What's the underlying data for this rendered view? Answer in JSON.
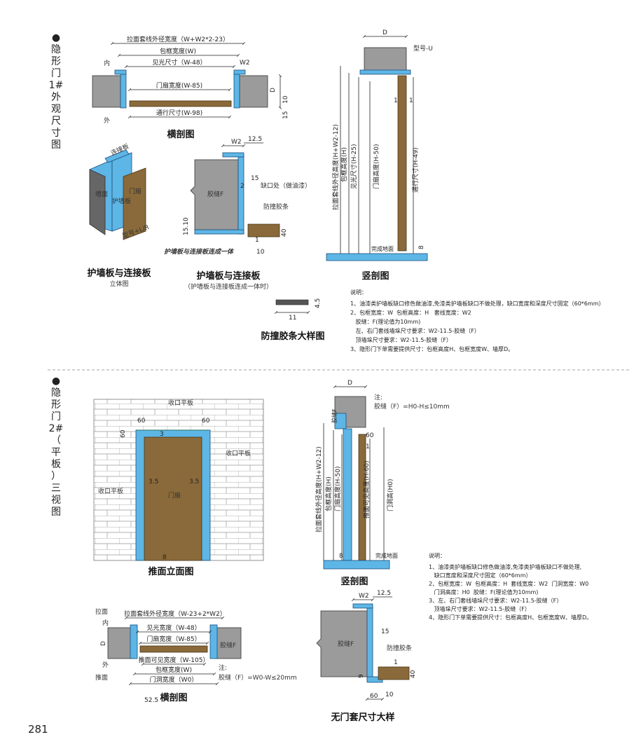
{
  "page_number": "281",
  "section1": {
    "side_title": [
      "●",
      "隐",
      "形",
      "门",
      "1#",
      "外",
      "观",
      "尺",
      "寸",
      "图"
    ],
    "cross_section": {
      "caption": "横剖图",
      "dim_outer": "拉面套线外径宽度（W+W2*2-23）",
      "dim_frame": "包框宽度(W)",
      "dim_light": "见光尺寸（W-48）",
      "dim_leaf": "门扇宽度(W-85)",
      "dim_pass": "通行尺寸(W-98)",
      "w2": "W2",
      "d": "D",
      "ten": "10",
      "fifteen": "15",
      "inside": "内",
      "outside": "外"
    },
    "iso_view": {
      "caption": "护墙板与连接板",
      "subcaption": "立体图",
      "label_connect": "连接板",
      "label_wall": "护墙板",
      "label_door": "门扇",
      "label_model": "型号+L/R",
      "label_face": "墙面"
    },
    "joint_detail": {
      "caption": "护墙板与连接板",
      "subcaption": "（护墙板与连接板连成一体时）",
      "w2": "W2",
      "d125": "12.5",
      "d15": "15",
      "d2": "2",
      "d1510": "15.10",
      "d40": "40",
      "d10": "10",
      "d1": "1",
      "gap": "胶缝F",
      "notch": "缺口处（做油漆）",
      "bumper": "防撞胶条",
      "united": "护墙板与连接板连成一体"
    },
    "vertical_section": {
      "caption": "竖剖图",
      "d": "D",
      "model": "型号-U",
      "dim_outer": "拉面套线外径高度(H+W2-12)",
      "dim_frame": "包框高度(H)",
      "dim_light": "见光尺寸(H-25)",
      "dim_leaf": "门扇高度(H-50)",
      "dim_pass": "通行尺寸(H-49)",
      "floor": "完成地面",
      "one": "1",
      "eight": "8"
    },
    "bumper_detail": {
      "caption": "防撞胶条大样图",
      "d11": "11",
      "d45": "4.5"
    },
    "notes": {
      "title": "说明：",
      "lines": [
        "1、油漆类护墙板缺口修色做油漆,免漆类护墙板缺口不做处理，缺口宽度和深度尺寸固定（60*6mm）",
        "2、包框宽度：W  包框高度：H   套线宽度：W2",
        "   胶缝：F(理论值为10mm)",
        "   左、右门套线墙垛尺寸要求：W2-11.5-胶缝（F）",
        "   顶墙垛尺寸要求：W2-11.5-胶缝（F）",
        "3、隐形门下单需要提供尺寸：包框高度H、包框宽度W、墙厚D。"
      ]
    }
  },
  "section2": {
    "side_title": [
      "●",
      "隐",
      "形",
      "门",
      "2#",
      "（",
      "平",
      "板",
      "）",
      "三",
      "视",
      "图"
    ],
    "elevation": {
      "caption": "推面立面图",
      "trim_top": "收口平板",
      "trim_right": "收口平板",
      "trim_left": "收口平板",
      "leaf": "门扇",
      "d60a": "60",
      "d60b": "60",
      "d60c": "60",
      "d3": "3",
      "d35a": "3.5",
      "d35b": "3.5",
      "d8": "8"
    },
    "vertical_section": {
      "caption": "竖剖图",
      "d": "D",
      "note_title": "注:",
      "note": "胶缝（F）=H0-H≤10mm",
      "dim_outer": "拉面套线外径高度(H+W2-12)",
      "dim_frame": "包框高度(H)",
      "dim_leaf": "门扇高度(H-50)",
      "dim_push": "推面可见高度(H-60)",
      "dim_hole": "门洞高(H0)",
      "gap": "胶缝F",
      "floor": "完成地面",
      "d60": "60",
      "d1": "1",
      "d8": "8"
    },
    "cross_section": {
      "caption": "横剖图",
      "pull": "拉面",
      "inside": "内",
      "outside": "外",
      "push": "推面",
      "dim_outer": "拉面套线外径宽度（W-23+2*W2）",
      "dim_light": "见光宽度（W-48）",
      "dim_leaf": "门扇宽度（W-85）",
      "dim_push": "推面可见宽度（W-105）",
      "dim_frame": "包框宽度(W)",
      "dim_hole": "门洞宽度（W0）",
      "gap": "胶缝F",
      "d": "D",
      "d525": "52.5",
      "note_title": "注:",
      "note": "胶缝（F）=W0-W≤20mm"
    },
    "no_trim_detail": {
      "caption": "无门套尺寸大样",
      "w2": "W2",
      "d125": "12.5",
      "d15": "15",
      "gap": "胶缝F",
      "bumper": "防撞胶条",
      "d40": "40",
      "d9": "9",
      "d1": "1",
      "d60": "60",
      "d10": "10"
    },
    "notes": {
      "title": "说明：",
      "lines": [
        "1、油漆类护墙板缺口修色做油漆,免漆类护墙板缺口不做处理,",
        "   缺口宽度和深度尺寸固定（60*6mm）",
        "2、包框宽度：W  包框高度：H  套线宽度：W2  门洞宽度：W0",
        "   门洞高度：H0  胶缝：F(理论值为10mm)",
        "3、左、右门套线墙垛尺寸要求：W2-11.5-胶缝（F）",
        "   顶墙垛尺寸要求：W2-11.5-胶缝（F）",
        "4、隐形门下单需要提供尺寸：包框高度H、包框宽度W、墙厚D。"
      ]
    }
  }
}
